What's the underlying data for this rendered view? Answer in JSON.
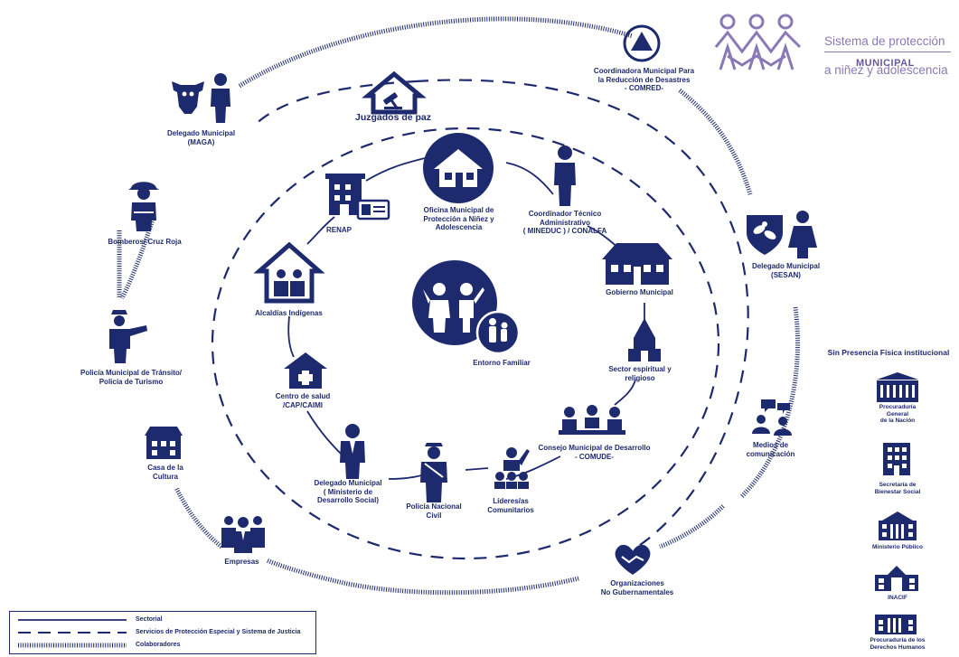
{
  "brand": {
    "title_line1": "Sistema de protección",
    "title_line2": "a niñez y adolescencia",
    "subtitle": "MUNICIPAL"
  },
  "center": {
    "label": "Entorno Familiar"
  },
  "inner_nodes": {
    "oficina": "Oficina Municipal de\nProtección a Niñez y\nAdolescencia",
    "renap": "RENAP",
    "coordinador": "Coordinador Técnico\nAdministrativo\n( MINEDUC ) / CONALFA",
    "gobierno": "Gobierno Municipal",
    "alcaldias": "Alcaldías Indígenas",
    "sector": "Sector espiritual y\nreligioso",
    "centro_salud": "Centro de salud\n/CAP/CAIMI",
    "consejo": "Consejo Municipal de Desarrollo\n- COMUDE-",
    "delegado_social": "Delegado Municipal\n( Ministerio de\nDesarrollo Social)",
    "policia_civil": "Policía Nacional\nCivil",
    "lideres": "Líderes/as\nComunitarios"
  },
  "middle_nodes": {
    "juzgados": "Juzgados de paz"
  },
  "outer_nodes": {
    "comred": "Coordinadora Municipal Para\nla Reducción de Desastres\n- COMRED-",
    "maga": "Delegado Municipal\n(MAGA)",
    "bomberos": "Bomberos/ Cruz Roja",
    "sesan": "Delegado Municipal\n(SESAN)",
    "transito": "Policía Municipal de Tránsito/\nPolicía de Turismo",
    "medios": "Medios de\ncomunicación",
    "cultura": "Casa de la\nCultura",
    "empresas": "Empresas",
    "ong": "Organizaciones\nNo Gubernamentales"
  },
  "side_panel": {
    "title": "Sin Presencia Física institucional",
    "items": [
      "Procuraduría\nGeneral\nde la Nación",
      "Secretaría de\nBienestar Social",
      "Ministerio Público",
      "INACIF",
      "Procuraduría de los\nDerechos Humanos"
    ]
  },
  "legend": {
    "sectorial": "Sectorial",
    "servicios": "Servicios de Protección Especial y Sistema de Justicia",
    "colaboradores": "Colaboradores"
  },
  "colors": {
    "navy": "#1e2a6e",
    "purple": "#8a79b6"
  }
}
